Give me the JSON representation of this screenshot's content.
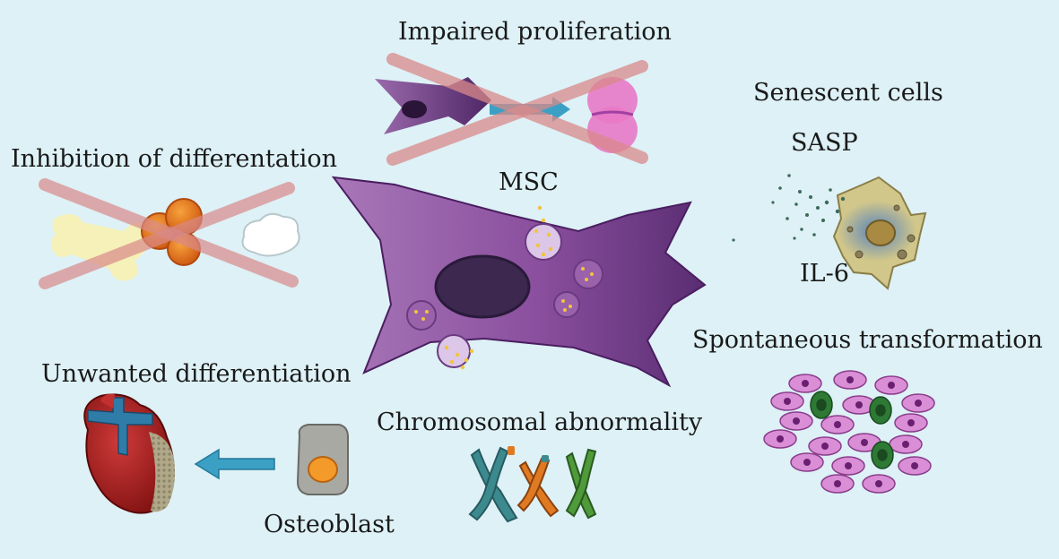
{
  "labels": {
    "impaired_proliferation": "Impaired proliferation",
    "senescent_cells": "Senescent cells",
    "sasp": "SASP",
    "il6": "IL-6",
    "inhibition_of_differentiation": "Inhibition of differentation",
    "msc": "MSC",
    "spontaneous_transformation": "Spontaneous transformation",
    "unwanted_differentiation": "Unwanted differentiation",
    "chromosomal_abnormality": "Chromosomal abnormality",
    "osteoblast": "Osteoblast"
  },
  "colors": {
    "background": "#ddf1f6",
    "msc_purple": "#8a4f9e",
    "cross_red": "#d98a8a",
    "arrow_teal": "#3ba0c4",
    "heart_red": "#b5202a",
    "vessel_blue": "#2f7ca8",
    "chromosome_teal": "#3c8a8e",
    "chromosome_orange": "#e07a22",
    "chromosome_green": "#4f9a3a",
    "tumor_cell_pink": "#d98ed6",
    "tumor_cell_green": "#2e7a35",
    "senescent_cell_tan": "#d2c78a",
    "sasp_particle": "#3e6a58",
    "vesicle_yellow": "#f2c43c"
  }
}
